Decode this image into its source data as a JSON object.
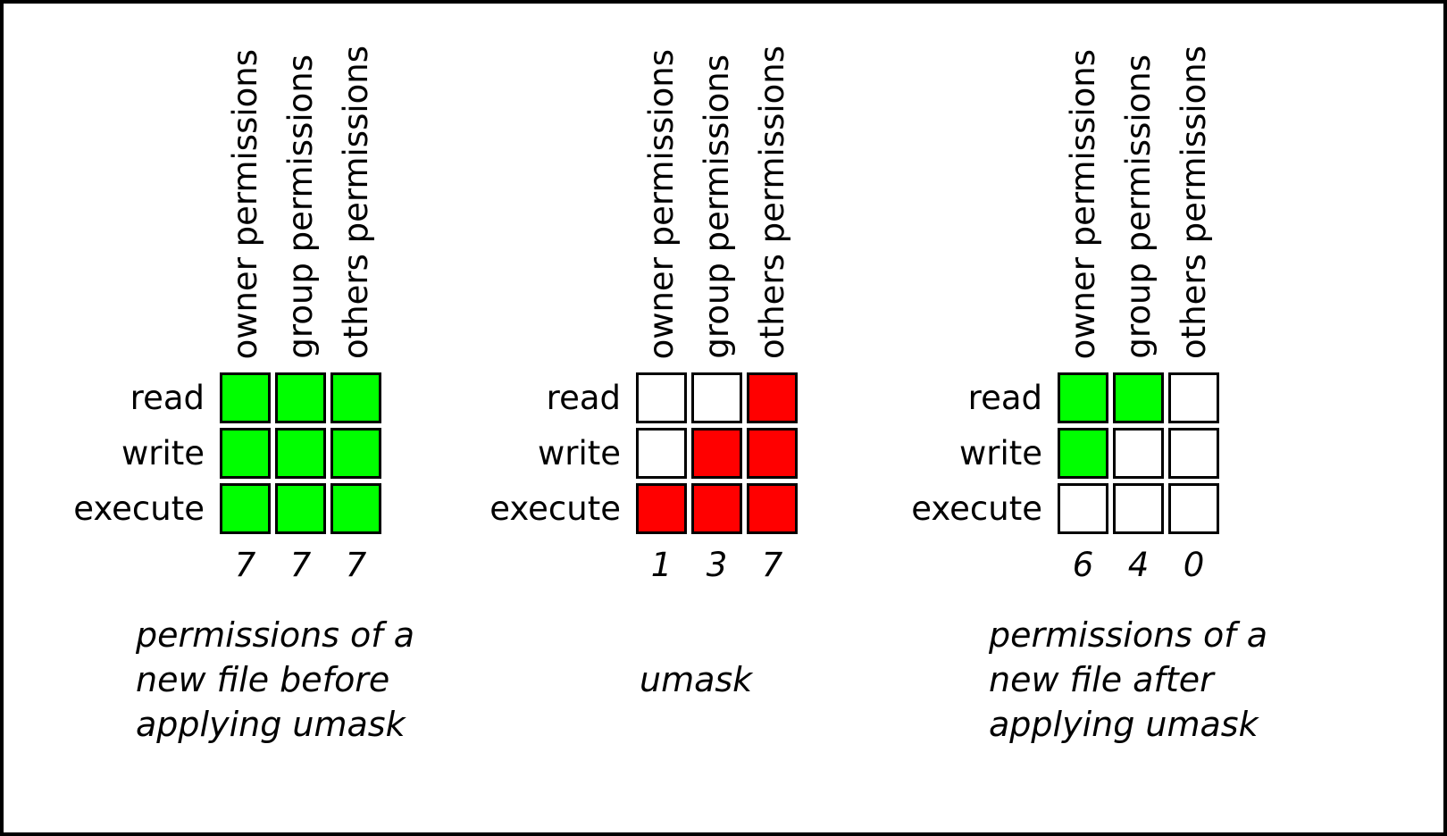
{
  "colors": {
    "granted": "#00ff00",
    "masked": "#ff0000",
    "empty": "#ffffff",
    "border": "#000000"
  },
  "row_labels": [
    "read",
    "write",
    "execute"
  ],
  "column_headers": [
    "owner permissions",
    "group permissions",
    "others permissions"
  ],
  "panels": [
    {
      "name": "before",
      "caption": "permissions of a\nnew file before\napplying umask",
      "digits": [
        "7",
        "7",
        "7"
      ],
      "fill": "#00ff00",
      "grid": [
        [
          1,
          1,
          1
        ],
        [
          1,
          1,
          1
        ],
        [
          1,
          1,
          1
        ]
      ]
    },
    {
      "name": "umask",
      "caption": "umask",
      "digits": [
        "1",
        "3",
        "7"
      ],
      "fill": "#ff0000",
      "grid": [
        [
          0,
          0,
          1
        ],
        [
          0,
          1,
          1
        ],
        [
          1,
          1,
          1
        ]
      ]
    },
    {
      "name": "after",
      "caption": "permissions of a\nnew file after\napplying umask",
      "digits": [
        "6",
        "4",
        "0"
      ],
      "fill": "#00ff00",
      "grid": [
        [
          1,
          1,
          0
        ],
        [
          1,
          0,
          0
        ],
        [
          0,
          0,
          0
        ]
      ]
    }
  ]
}
